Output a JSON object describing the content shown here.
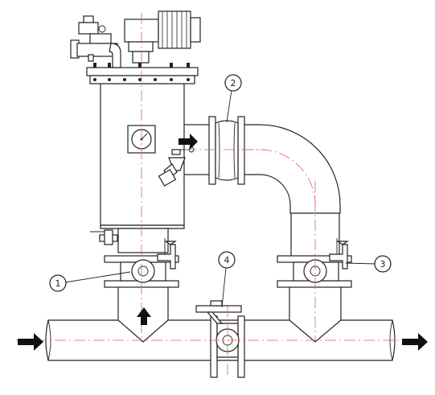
{
  "callouts": [
    {
      "id": "1",
      "label": "1"
    },
    {
      "id": "2",
      "label": "2"
    },
    {
      "id": "3",
      "label": "3"
    },
    {
      "id": "4",
      "label": "4"
    }
  ],
  "colors": {
    "line": "#222222",
    "centerline": "#e06060",
    "arrow": "#111111",
    "background": "#ffffff"
  },
  "flow_arrows": [
    {
      "id": "inlet",
      "direction": "right"
    },
    {
      "id": "outlet",
      "direction": "right"
    },
    {
      "id": "filter-inlet",
      "direction": "up"
    },
    {
      "id": "filter-outlet",
      "direction": "right"
    }
  ]
}
